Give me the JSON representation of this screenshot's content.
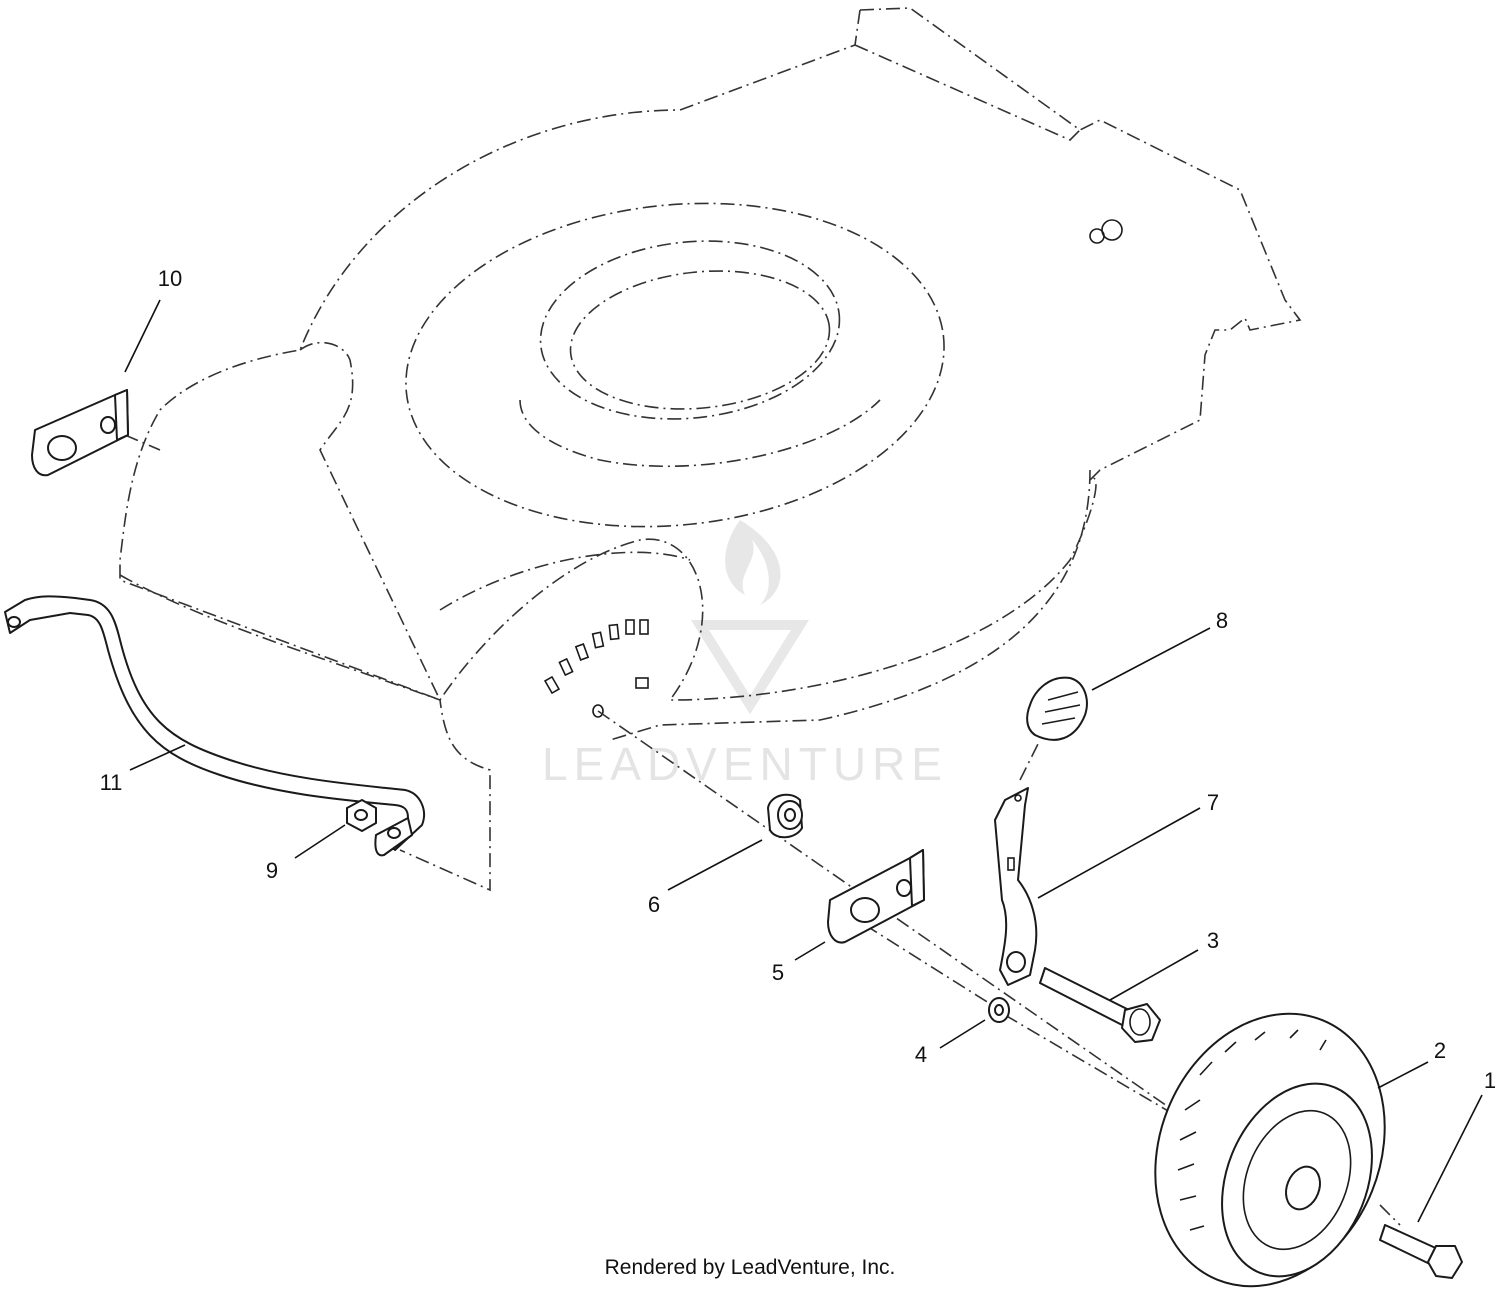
{
  "watermark": "LEADVENTURE",
  "footer": "Rendered by LeadVenture, Inc.",
  "callouts": {
    "c1": "1",
    "c2": "2",
    "c3": "3",
    "c4": "4",
    "c5": "5",
    "c6": "6",
    "c7": "7",
    "c8": "8",
    "c9": "9",
    "c10": "10",
    "c11": "11"
  }
}
